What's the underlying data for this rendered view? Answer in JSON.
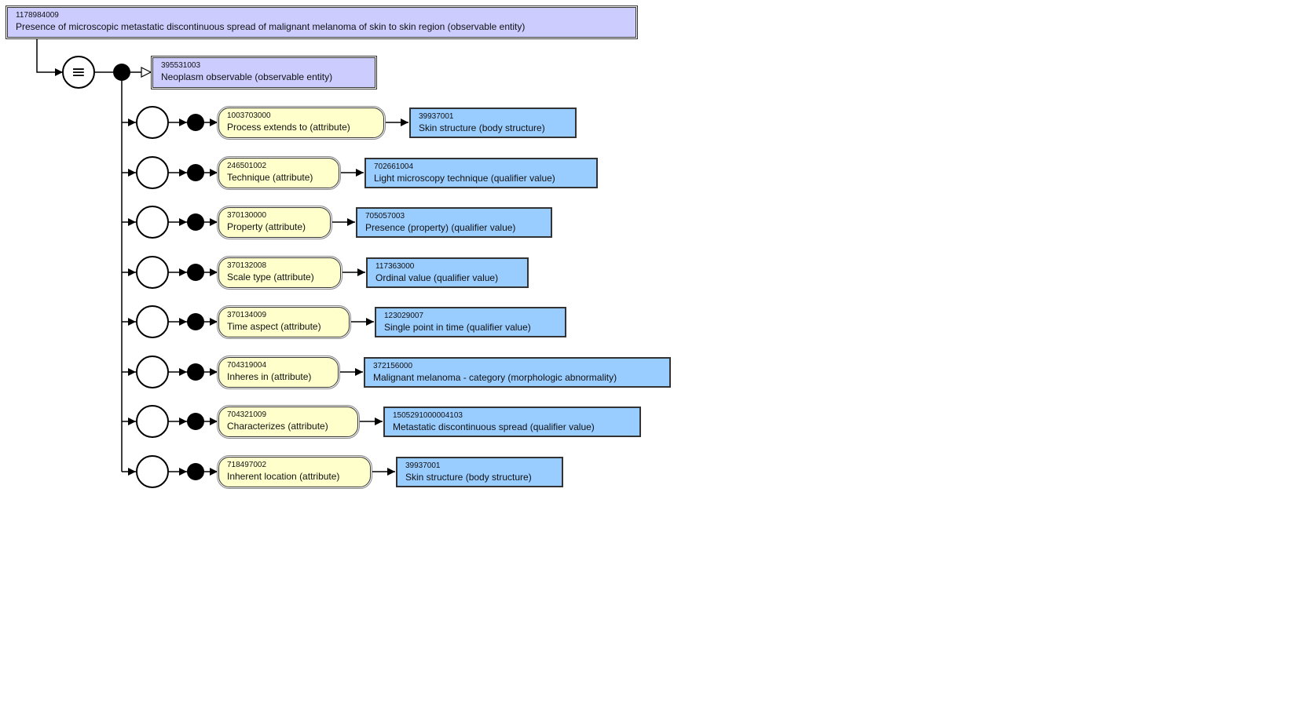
{
  "colors": {
    "primitive_concept_fill": "#ccccff",
    "defined_concept_fill": "#99ccff",
    "attribute_fill": "#ffffcc",
    "line": "#000000"
  },
  "focus_concept": {
    "sctid": "1178984009",
    "term": "Presence of microscopic metastatic discontinuous spread of malignant melanoma of skin to skin region (observable entity)"
  },
  "definition_status_symbol": "≡",
  "parent_concept": {
    "sctid": "395531003",
    "term": "Neoplasm observable (observable entity)"
  },
  "attributes": [
    {
      "attr_sctid": "1003703000",
      "attr_term": "Process extends to (attribute)",
      "value_sctid": "39937001",
      "value_term": "Skin structure (body structure)"
    },
    {
      "attr_sctid": "246501002",
      "attr_term": "Technique (attribute)",
      "value_sctid": "702661004",
      "value_term": "Light microscopy technique (qualifier value)"
    },
    {
      "attr_sctid": "370130000",
      "attr_term": "Property (attribute)",
      "value_sctid": "705057003",
      "value_term": "Presence (property) (qualifier value)"
    },
    {
      "attr_sctid": "370132008",
      "attr_term": "Scale type (attribute)",
      "value_sctid": "117363000",
      "value_term": "Ordinal value (qualifier value)"
    },
    {
      "attr_sctid": "370134009",
      "attr_term": "Time aspect (attribute)",
      "value_sctid": "123029007",
      "value_term": "Single point in time (qualifier value)"
    },
    {
      "attr_sctid": "704319004",
      "attr_term": "Inheres in (attribute)",
      "value_sctid": "372156000",
      "value_term": "Malignant melanoma - category (morphologic abnormality)"
    },
    {
      "attr_sctid": "704321009",
      "attr_term": "Characterizes (attribute)",
      "value_sctid": "1505291000004103",
      "value_term": "Metastatic discontinuous spread (qualifier value)"
    },
    {
      "attr_sctid": "718497002",
      "attr_term": "Inherent location (attribute)",
      "value_sctid": "39937001",
      "value_term": "Skin structure (body structure)"
    }
  ]
}
